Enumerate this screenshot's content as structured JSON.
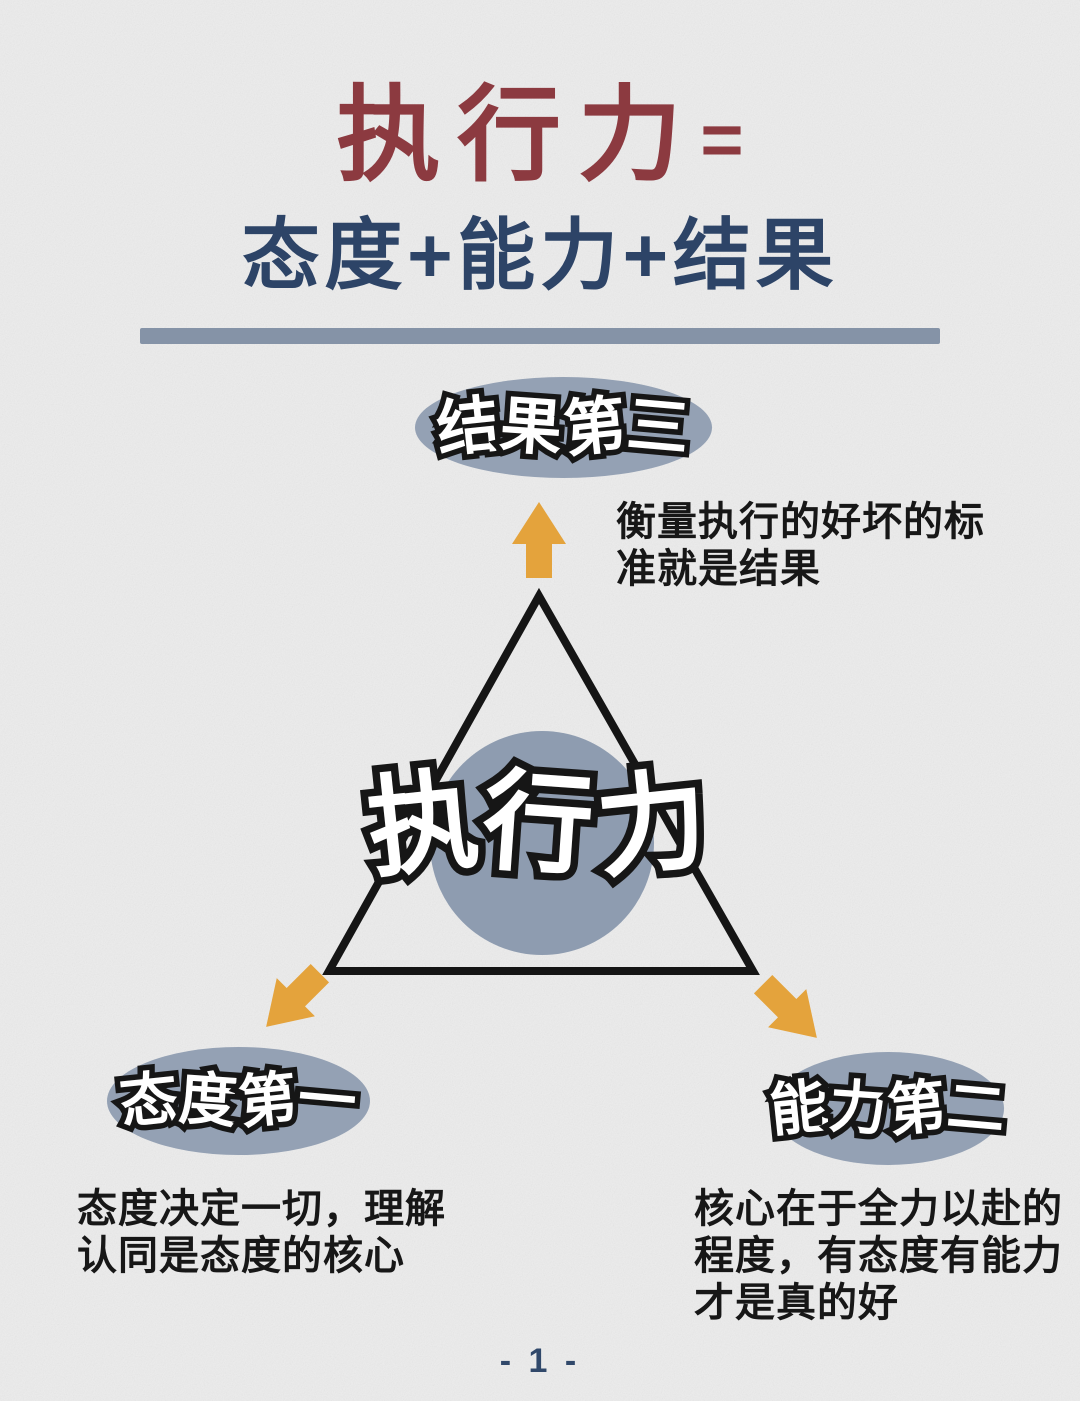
{
  "poster": {
    "title_main": "执行力",
    "title_equals": "=",
    "subtitle": "态度+能力+结果",
    "page_number": "- 1 -"
  },
  "triangle": {
    "center_label": "执行力"
  },
  "nodes": {
    "result": {
      "label": "结果第三",
      "note": "衡量执行的好坏的标\n准就是结果"
    },
    "attitude": {
      "label": "态度第一",
      "note": "态度决定一切，理解\n认同是态度的核心"
    },
    "ability": {
      "label": "能力第二",
      "note": "核心在于全力以赴的\n程度，有态度有能力\n才是真的好"
    }
  },
  "icons": {
    "up_arrow": "arrow-up-icon",
    "down_left_arrow": "arrow-down-left-icon",
    "down_right_arrow": "arrow-down-right-icon"
  },
  "colors": {
    "background": "#ececec",
    "title_red": "#8c3a40",
    "navy": "#2d4467",
    "divider": "#8593a7",
    "ellipse_blue_gray": "#94a1b4",
    "circle_blue_gray": "#8e9cb0",
    "arrow_orange": "#e4a33c",
    "ink": "#171717",
    "page_number_color": "#30486a"
  }
}
